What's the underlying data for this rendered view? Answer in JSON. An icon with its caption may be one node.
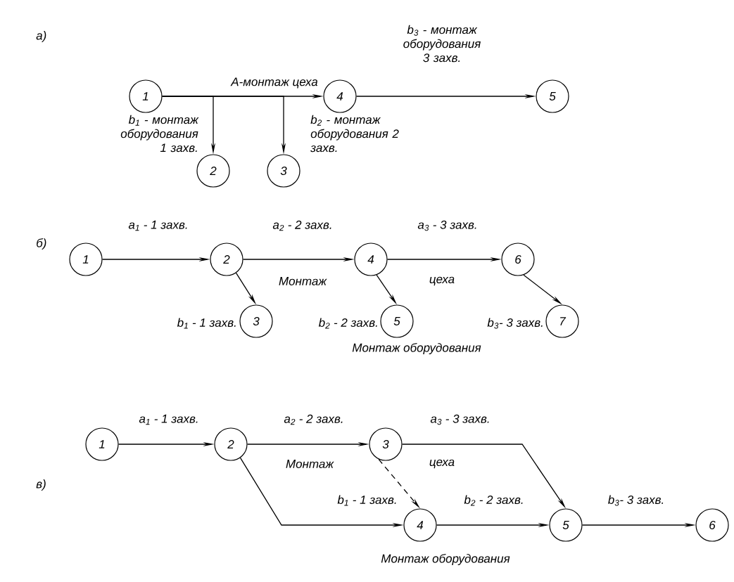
{
  "diagram": {
    "nodes": [
      {
        "text": [
          "1"
        ]
      },
      {
        "text": [
          "2"
        ]
      },
      {
        "text": [
          "3"
        ]
      },
      {
        "text": [
          "4"
        ]
      },
      {
        "text": [
          "5"
        ]
      },
      {
        "text": [
          "1"
        ]
      },
      {
        "text": [
          "2"
        ]
      },
      {
        "text": [
          "3"
        ]
      },
      {
        "text": [
          "4"
        ]
      },
      {
        "text": [
          "5"
        ]
      },
      {
        "text": [
          "6"
        ]
      },
      {
        "text": [
          "7"
        ]
      },
      {
        "text": [
          "1"
        ]
      },
      {
        "text": [
          "2"
        ]
      },
      {
        "text": [
          "3"
        ]
      },
      {
        "text": [
          "4"
        ]
      },
      {
        "text": [
          "5"
        ]
      },
      {
        "text": [
          "6"
        ]
      }
    ],
    "edges": [
      {
        "from": 0,
        "to": 3,
        "arrow": "to",
        "label": "А-монтаж цеха"
      },
      {
        "from": 0,
        "to": 1,
        "arrow": "to",
        "label": "b$_{1}$ - монтаж оборудования 1 захв."
      },
      {
        "from": 0,
        "to": 2,
        "arrow": "to",
        "label": "b$_{2}$ - монтаж оборудования 2 захв."
      },
      {
        "from": 3,
        "to": 4,
        "arrow": "to",
        "label": "b$_{3}$ - монтаж оборудования 3 захв."
      },
      {
        "from": 5,
        "to": 6,
        "arrow": "to",
        "label": "a$_{1}$ - 1 захв."
      },
      {
        "from": 6,
        "to": 8,
        "arrow": "to",
        "label": "a$_{2}$ - 2 захв."
      },
      {
        "from": 8,
        "to": 10,
        "arrow": "to",
        "label": "a$_{3}$ - 3 захв."
      },
      {
        "from": 6,
        "to": 7,
        "arrow": "to",
        "label": "b$_{1}$ - 1 захв."
      },
      {
        "from": 8,
        "to": 9,
        "arrow": "to",
        "label": "b$_{2}$ - 2 захв."
      },
      {
        "from": 10,
        "to": 11,
        "arrow": "to",
        "label": "b$_{3}$- 3 захв."
      },
      {
        "from": 12,
        "to": 13,
        "arrow": "to",
        "label": "a$_{1}$ - 1 захв."
      },
      {
        "from": 13,
        "to": 14,
        "arrow": "to",
        "label": "a$_{2}$ - 2 захв."
      },
      {
        "from": 14,
        "to": 16,
        "arrow": "to",
        "label": "a$_{3}$ - 3 захв."
      },
      {
        "from": 13,
        "to": 15,
        "arrow": "to",
        "label": "b$_{1}$ - 1 захв."
      },
      {
        "from": 14,
        "to": 15,
        "arrow": "to",
        "style": "dashed"
      },
      {
        "from": 15,
        "to": 16,
        "arrow": "to",
        "label": "b$_{2}$ - 2 захв."
      },
      {
        "from": 16,
        "to": 17,
        "arrow": "to",
        "label": "b$_{3}$- 3 захв."
      }
    ],
    "labels": [
      "а)",
      "б)",
      "Монтаж",
      "цеха",
      "Монтаж оборудования",
      "в)",
      "Монтаж",
      "цеха",
      "Монтаж оборудования"
    ]
  }
}
